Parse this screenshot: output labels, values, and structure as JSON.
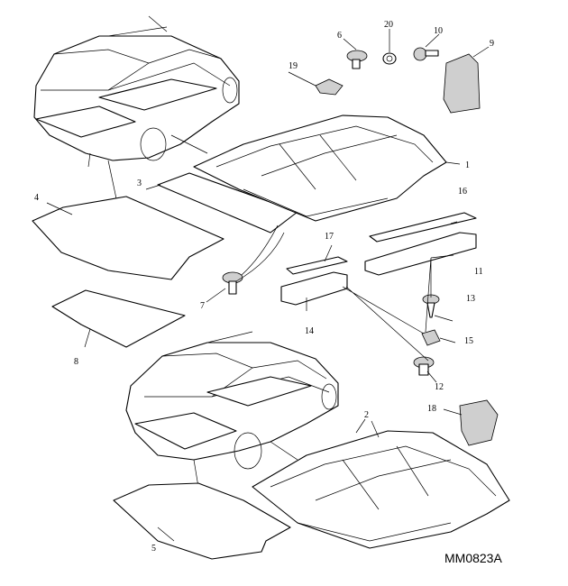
{
  "callouts": [
    "1",
    "2",
    "3",
    "4",
    "5",
    "6",
    "7",
    "8",
    "9",
    "10",
    "11",
    "12",
    "13",
    "14",
    "15",
    "16",
    "17",
    "18",
    "19",
    "20"
  ],
  "reference": "MM0823A"
}
